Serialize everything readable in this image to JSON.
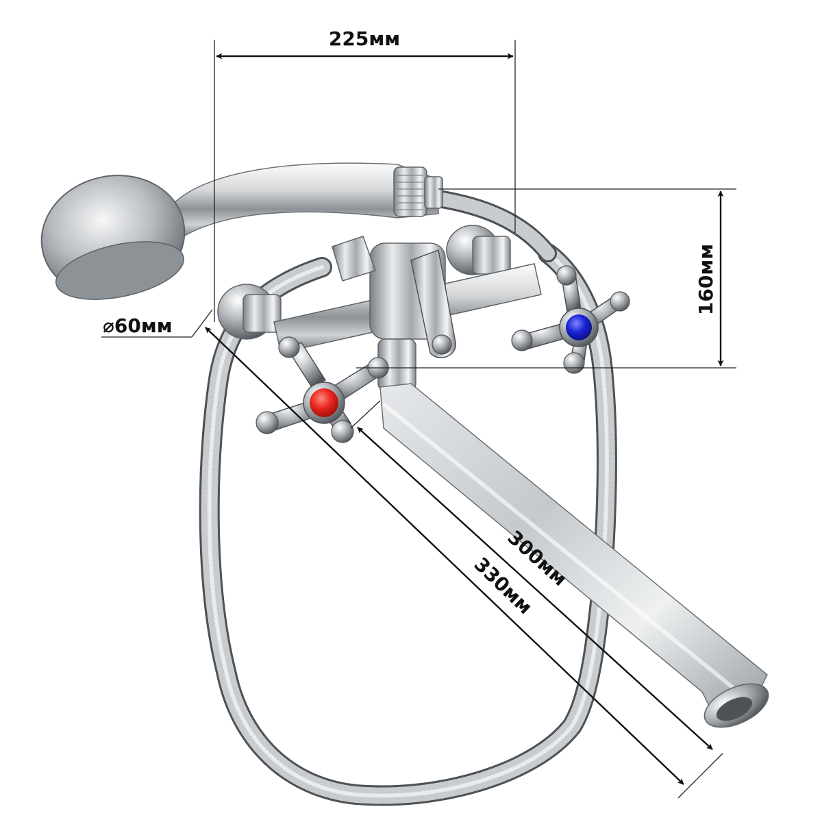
{
  "dimensions": {
    "width_top": "225мм",
    "height_right": "160мм",
    "diameter": "⌀60мм",
    "spout_length": "300мм",
    "total_length": "330мм"
  },
  "handles": {
    "hot_color": "#e8251f",
    "cold_color": "#1a22d6"
  },
  "colors": {
    "chrome_light": "#f2f3f4",
    "chrome_mid": "#b9bcbf",
    "chrome_dark": "#5c6166",
    "ink": "#111111"
  }
}
